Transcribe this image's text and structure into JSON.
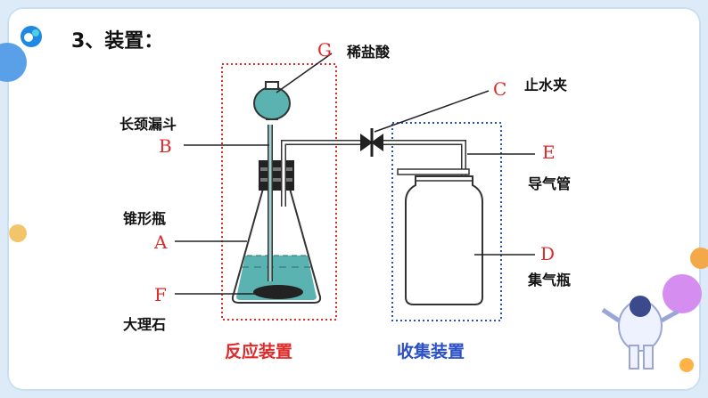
{
  "title": "3、装置：",
  "labels": {
    "G": {
      "letter": "G",
      "name": "稀盐酸"
    },
    "C": {
      "letter": "C",
      "name": "止水夹"
    },
    "B": {
      "letter": "B",
      "name": "长颈漏斗"
    },
    "E": {
      "letter": "E",
      "name": "导气管"
    },
    "A": {
      "letter": "A",
      "name": "锥形瓶"
    },
    "D": {
      "letter": "D",
      "name": "集气瓶"
    },
    "F": {
      "letter": "F",
      "name": "大理石"
    }
  },
  "captions": {
    "reaction": "反应装置",
    "collection": "收集装置"
  },
  "colors": {
    "reaction_box": "#e02a2a",
    "collection_box": "#2a4fc7",
    "liquid": "#5ab3b0",
    "label_letter": "#e02a2a"
  },
  "icons": [
    "logo-icon",
    "astronaut-icon",
    "planet-icon"
  ]
}
